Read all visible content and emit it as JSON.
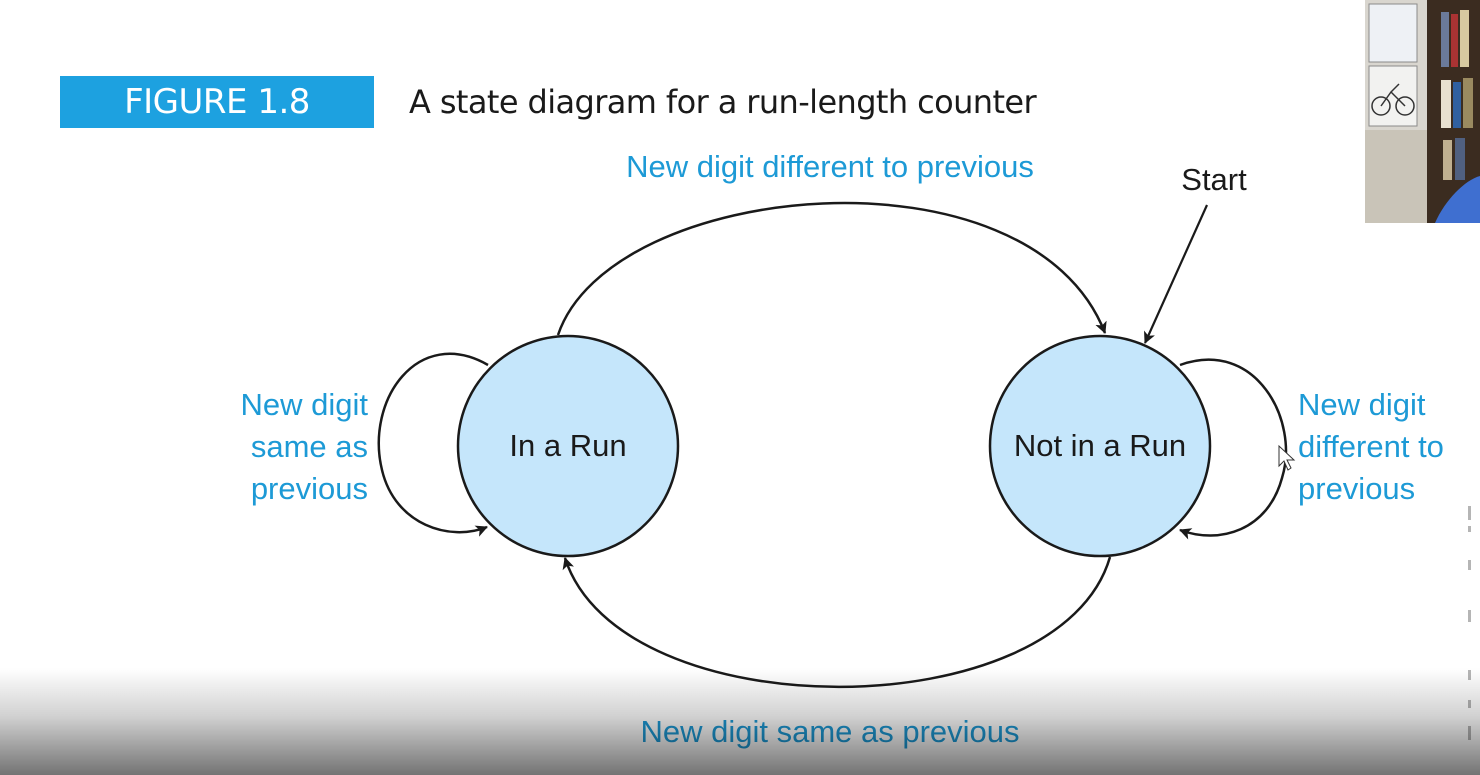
{
  "figure": {
    "badge": "FIGURE 1.8",
    "caption": "A state diagram for a run-length counter"
  },
  "states": {
    "in_run": "In a Run",
    "not_in_run": "Not in a Run"
  },
  "transitions": {
    "top": "New digit different to previous",
    "bottom": "New digit same as previous",
    "left_loop": [
      "New digit",
      "same as",
      "previous"
    ],
    "right_loop": [
      "New digit",
      "different to",
      "previous"
    ],
    "start": "Start"
  },
  "colors": {
    "accent": "#1da1e0",
    "state_fill": "#c5e6fb",
    "label_blue": "#1d9ad6",
    "stroke": "#1a1a1a"
  },
  "icons": [
    "webcam-video-thumbnail",
    "mouse-cursor-icon"
  ]
}
